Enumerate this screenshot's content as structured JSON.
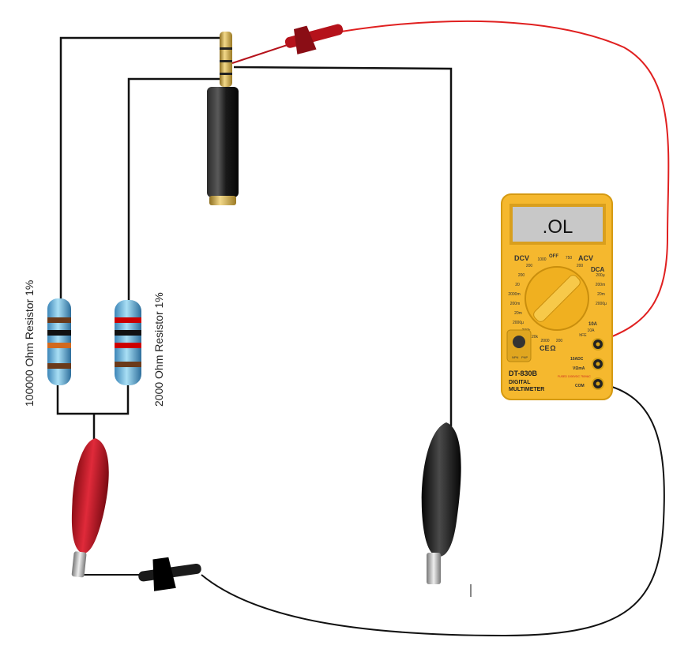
{
  "resistors": [
    {
      "label": "100000 Ohm Resistor 1%"
    },
    {
      "label": "2000 Ohm Resistor 1%"
    }
  ],
  "multimeter": {
    "display": ".OL",
    "model": "DT-830B",
    "brand_line1": "DIGITAL",
    "brand_line2": "MULTIMETER",
    "dial_labels": {
      "dcv": "DCV",
      "acv": "ACV",
      "dca": "DCA",
      "ohm": "Ω",
      "tenA": "10A",
      "off": "OFF",
      "ce": "CE"
    },
    "scale_values": [
      "1000",
      "200",
      "200",
      "20",
      "2000m",
      "200m",
      "20m",
      "2000μ",
      "200m",
      "20m",
      "2000μ",
      "200μ",
      "200k",
      "20k",
      "2000",
      "200",
      "750",
      "200",
      "hFE",
      "10A"
    ],
    "jacks": [
      "10ADC",
      "VΩmA",
      "COM"
    ],
    "warning": "FUSED 1000VDC 750VAC",
    "transistor": [
      "NPN",
      "PNP"
    ]
  },
  "colors": {
    "multimeter_body": "#f5b82e",
    "display_bg": "#c8c8c8",
    "probe_red": "#b5121b",
    "probe_black": "#1a1a1a",
    "wire_red": "#e02020",
    "wire_black": "#111111",
    "gold": "#c9a646"
  }
}
